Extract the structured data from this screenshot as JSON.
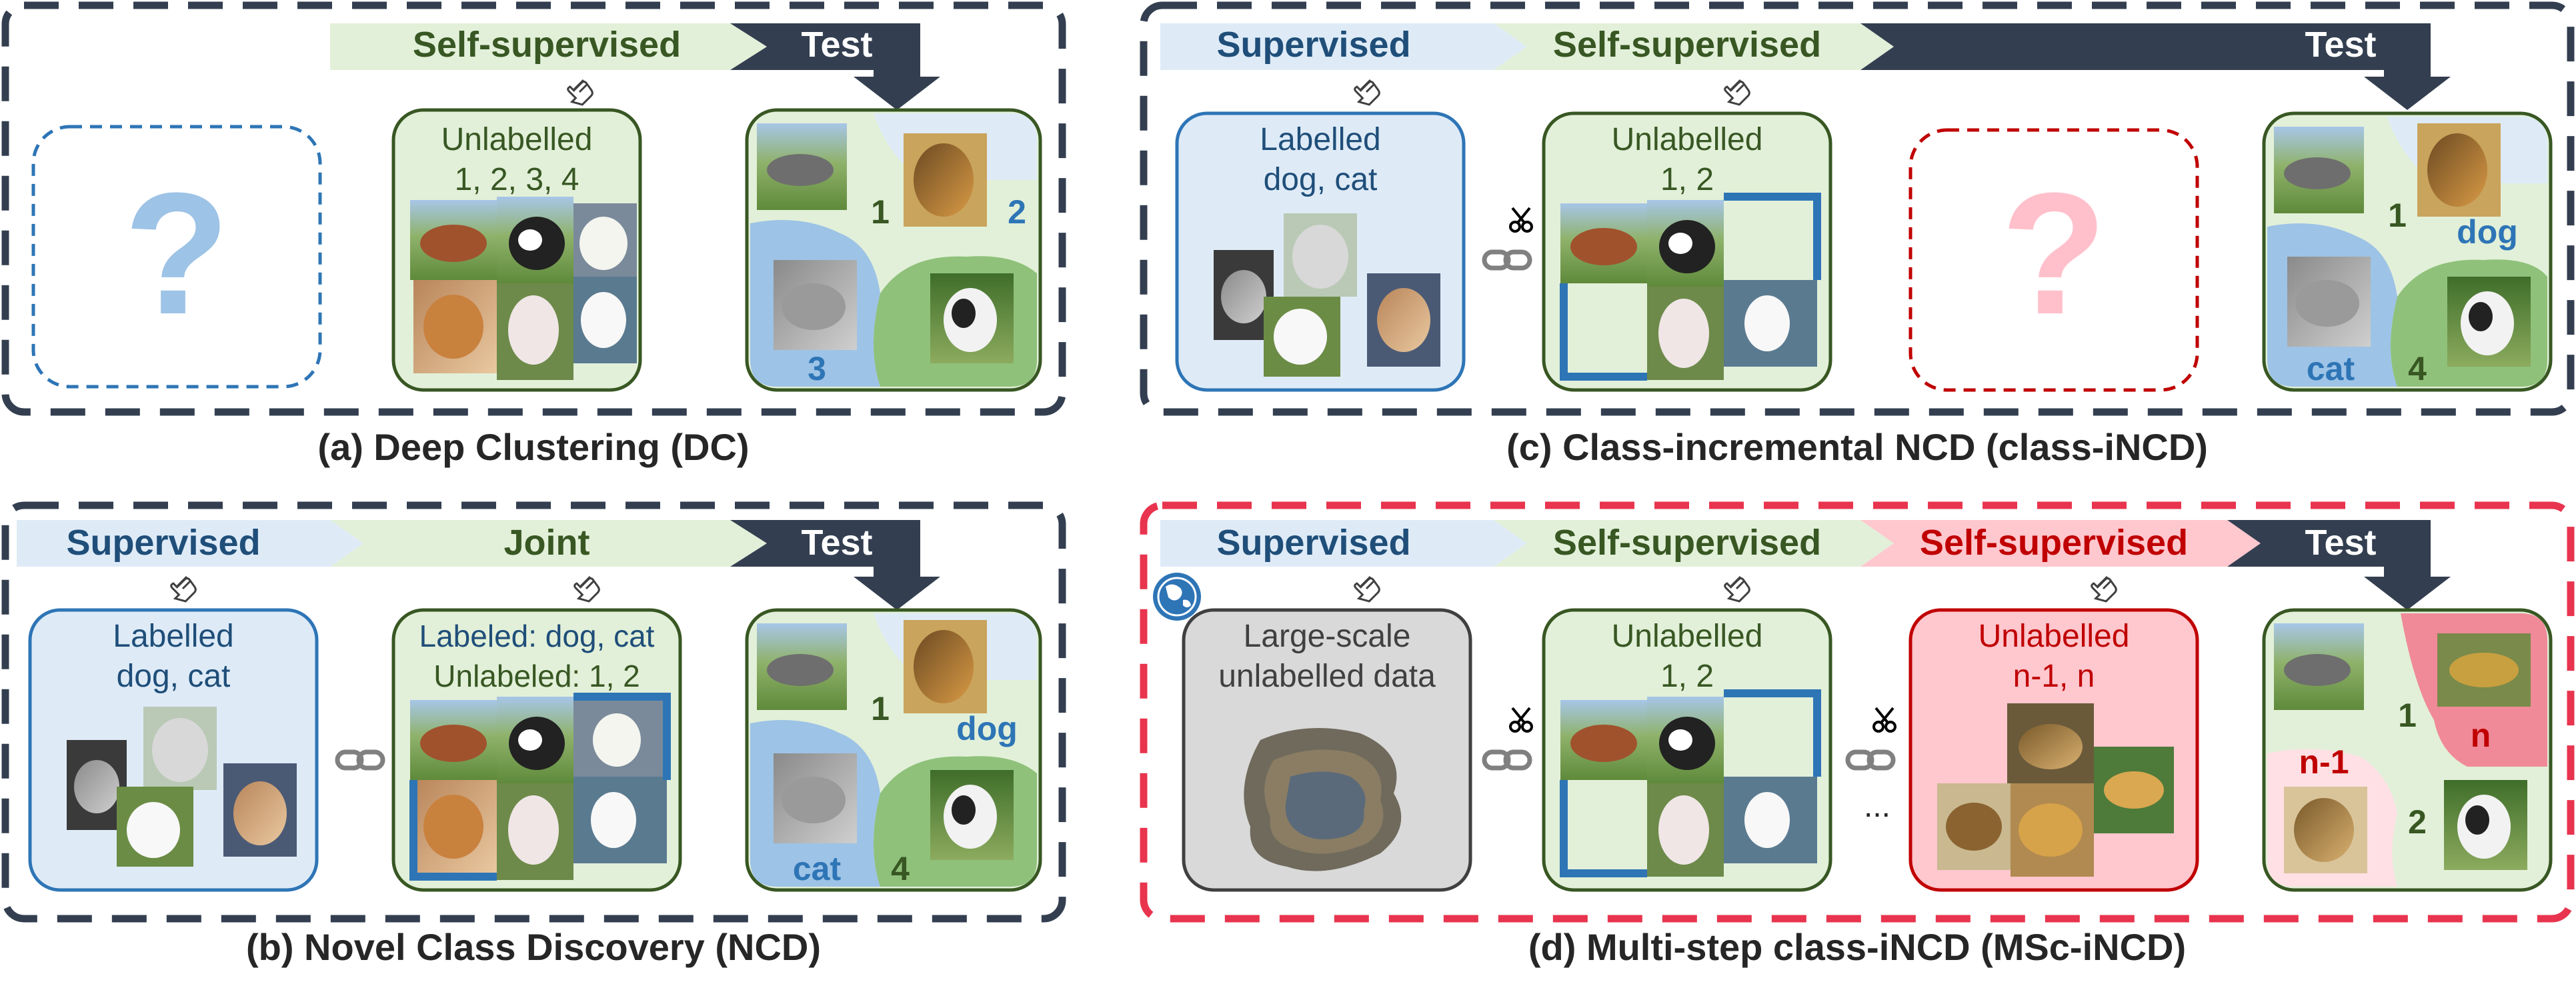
{
  "colors": {
    "navy": "#333f50",
    "supervised_bg": "#deebf7",
    "supervised_text": "#1f4e79",
    "selfsup_bg": "#e2f0d9",
    "selfsup_text": "#385723",
    "pink_bg": "#ffc7ce",
    "pink_text": "#c00000",
    "blue_accent": "#2e75b6",
    "green_accent": "#548235",
    "red_dash": "#e8344e",
    "question_blue": "#9dc3e6",
    "question_pink": "#ffc0cb",
    "gray_box": "#d9d9d9"
  },
  "panels": {
    "a": {
      "caption": "(a) Deep Clustering (DC)",
      "stages": {
        "self_supervised": "Self-supervised",
        "test": "Test"
      },
      "unlabelled_box": {
        "title": "Unlabelled",
        "classes": "1, 2, 3, 4"
      },
      "question_mark": "?",
      "test_labels": [
        "1",
        "2",
        "3"
      ]
    },
    "b": {
      "caption": "(b) Novel Class Discovery (NCD)",
      "stages": {
        "supervised": "Supervised",
        "joint": "Joint",
        "test": "Test"
      },
      "labelled_box": {
        "title": "Labelled",
        "classes": "dog, cat"
      },
      "joint_box": {
        "line1": "Labeled: dog, cat",
        "line2": "Unlabeled: 1, 2"
      },
      "test_labels": [
        "1",
        "dog",
        "cat",
        "4"
      ]
    },
    "c": {
      "caption": "(c) Class-incremental NCD (class-iNCD)",
      "stages": {
        "supervised": "Supervised",
        "self_supervised": "Self-supervised",
        "test": "Test"
      },
      "labelled_box": {
        "title": "Labelled",
        "classes": "dog, cat"
      },
      "unlabelled_box": {
        "title": "Unlabelled",
        "classes": "1, 2"
      },
      "question_mark": "?",
      "test_labels": [
        "1",
        "dog",
        "cat",
        "4"
      ]
    },
    "d": {
      "caption": "(d) Multi-step class-iNCD (MSc-iNCD)",
      "stages": {
        "supervised": "Supervised",
        "self_supervised_1": "Self-supervised",
        "self_supervised_2": "Self-supervised",
        "test": "Test"
      },
      "large_scale_box": {
        "line1": "Large-scale",
        "line2": "unlabelled data"
      },
      "unlabelled_box": {
        "title": "Unlabelled",
        "classes": "1, 2"
      },
      "unlabelled_box_2": {
        "title": "Unlabelled",
        "classes": "n-1, n"
      },
      "ellipsis": "...",
      "test_labels": [
        "1",
        "n",
        "n-1",
        "2"
      ]
    }
  },
  "icons": [
    "hand-pointer-icon",
    "scissors-icon",
    "chain-link-icon",
    "globe-icon",
    "question-mark-icon"
  ]
}
